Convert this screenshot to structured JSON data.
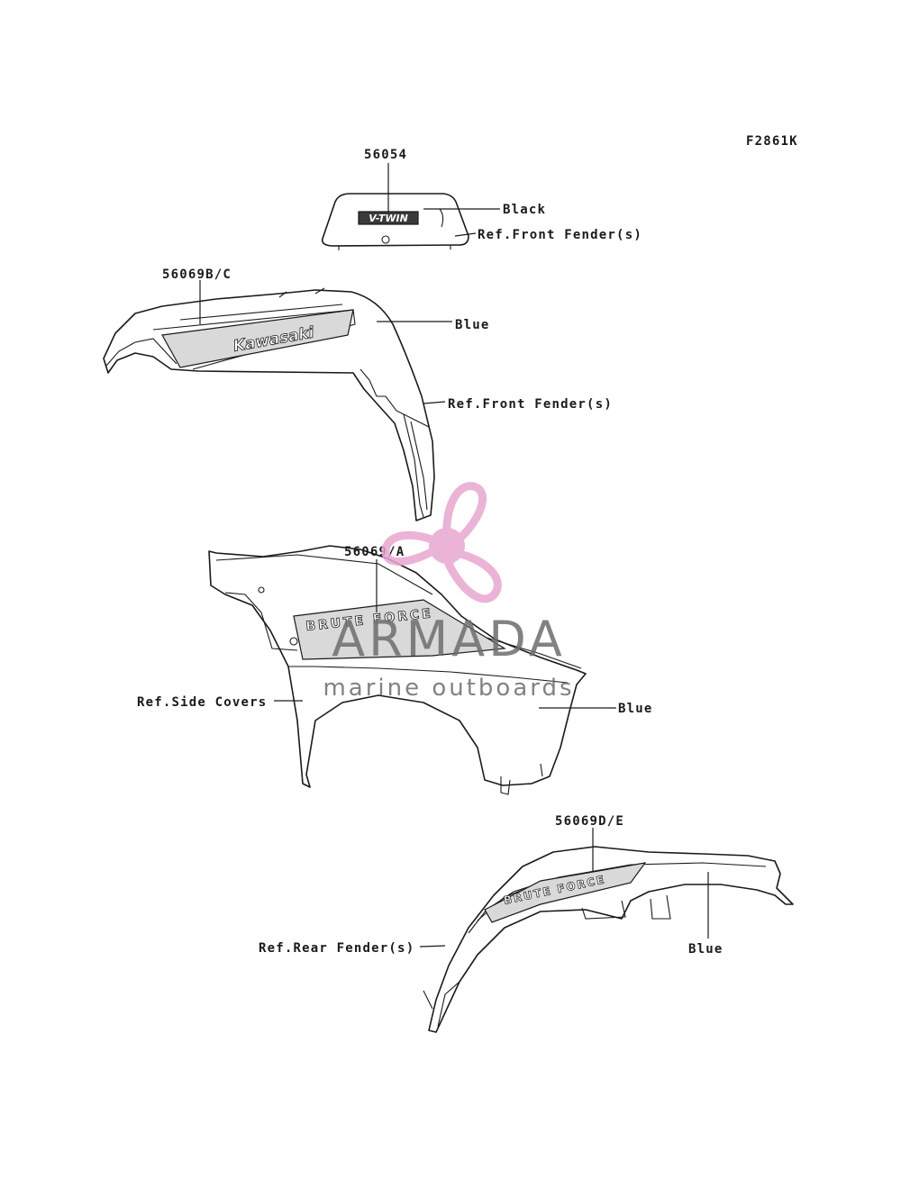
{
  "figure_code": "F2861K",
  "parts": [
    {
      "part_number": "56054",
      "badge_text": "V-TWIN",
      "color_note": "Black",
      "reference": "Ref.Front Fender(s)"
    },
    {
      "part_number": "56069B/C",
      "badge_text": "Kawasaki",
      "color_note": "Blue",
      "reference": "Ref.Front Fender(s)"
    },
    {
      "part_number": "56069/A",
      "badge_text": "BRUTE FORCE",
      "color_note": "Blue",
      "reference": "Ref.Side Covers"
    },
    {
      "part_number": "56069D/E",
      "badge_text": "BRUTE FORCE",
      "color_note": "Blue",
      "reference": "Ref.Rear Fender(s)"
    }
  ],
  "watermark": {
    "brand": "ARMADA",
    "tagline": "marine outboards",
    "color": "#e8a6cf"
  }
}
